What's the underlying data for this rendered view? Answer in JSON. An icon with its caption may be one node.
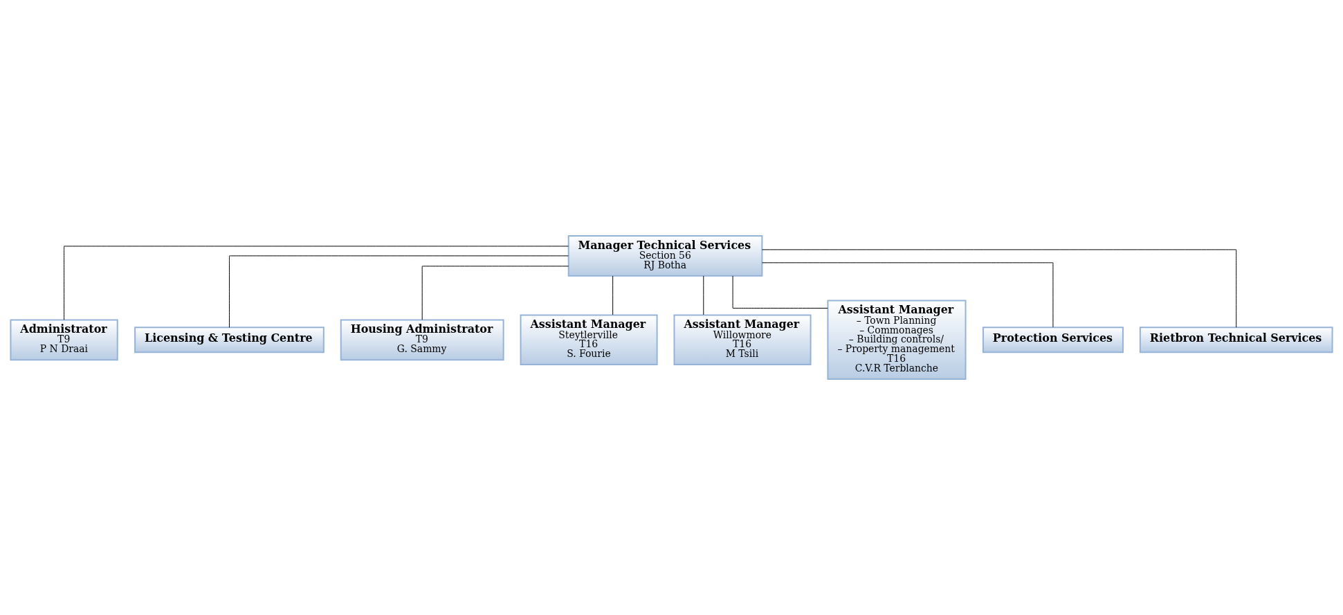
{
  "diagram": {
    "nodes": [
      {
        "text": [
          "Manager Technical Services",
          "Section 56",
          "RJ Botha"
        ]
      },
      {
        "text": [
          "Administrator",
          "T9",
          "P N Draai"
        ]
      },
      {
        "text": [
          "Licensing & Testing Centre"
        ]
      },
      {
        "text": [
          "Housing Administrator",
          "T9",
          "G. Sammy"
        ]
      },
      {
        "text": [
          "Assistant Manager",
          "Steytlerville",
          "T16",
          "S. Fourie"
        ]
      },
      {
        "text": [
          "Assistant Manager",
          "Willowmore",
          "T16",
          "M Tsili"
        ]
      },
      {
        "text": [
          "Assistant Manager",
          "– Town Planning",
          "– Commonages",
          "– Building controls/",
          "– Property management",
          "T16",
          "C.V.R Terblanche"
        ]
      },
      {
        "text": [
          "Protection Services"
        ]
      },
      {
        "text": [
          "Rietbron Technical Services"
        ]
      }
    ],
    "edges": [
      {
        "from": 0,
        "to": 3,
        "arrow": "none"
      },
      {
        "from": 0,
        "to": 2,
        "arrow": "none"
      },
      {
        "from": 0,
        "to": 1,
        "arrow": "none"
      },
      {
        "from": 0,
        "to": 7,
        "arrow": "none"
      },
      {
        "from": 0,
        "to": 4,
        "arrow": "none"
      },
      {
        "from": 0,
        "to": 5,
        "arrow": "none"
      },
      {
        "from": 0,
        "to": 6,
        "arrow": "none"
      },
      {
        "from": 0,
        "to": 8,
        "arrow": "none"
      }
    ]
  }
}
